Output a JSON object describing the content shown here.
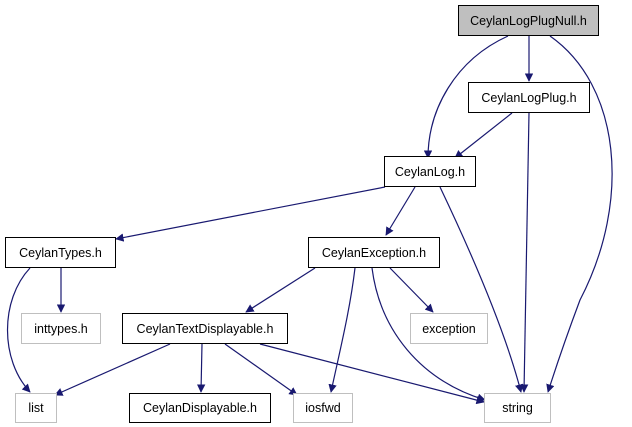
{
  "nodes": {
    "root": "CeylanLogPlugNull.h",
    "logplug": "CeylanLogPlug.h",
    "log": "CeylanLog.h",
    "types": "CeylanTypes.h",
    "exception_h": "CeylanException.h",
    "inttypes": "inttypes.h",
    "exception": "exception",
    "textdisp": "CeylanTextDisplayable.h",
    "list": "list",
    "disp": "CeylanDisplayable.h",
    "iosfwd": "iosfwd",
    "string": "string"
  },
  "colors": {
    "edge": "#191970",
    "root_fill": "#bfbfbf",
    "system_border": "#bfbfbf"
  }
}
